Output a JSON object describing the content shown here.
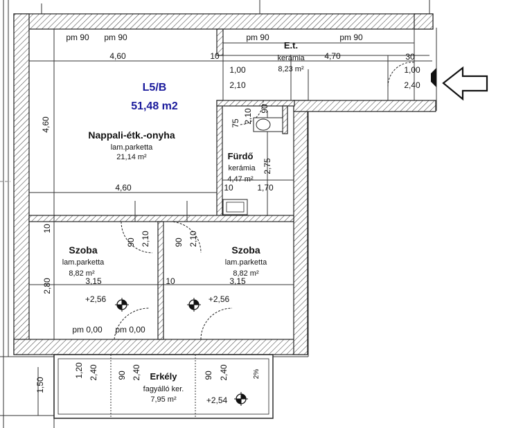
{
  "unit": {
    "name": "L5/B",
    "area": "51,48 m2"
  },
  "rooms": {
    "living": {
      "name": "Nappali-étk.-onyha",
      "floor": "lam.parketta",
      "area": "21,14 m²"
    },
    "hall": {
      "name": "E.t.",
      "floor": "kerámia",
      "area": "8,23 m²"
    },
    "bath": {
      "name": "Fürdő",
      "floor": "kerámia",
      "area": "4,47 m²"
    },
    "room_left": {
      "name": "Szoba",
      "floor": "lam.parketta",
      "area": "8,82 m²"
    },
    "room_right": {
      "name": "Szoba",
      "floor": "lam.parketta",
      "area": "8,82 m²"
    },
    "balcony": {
      "name": "Erkély",
      "floor": "fagyálló ker.",
      "area": "7,95 m²"
    }
  },
  "dimensions": {
    "pm_top_1": "pm 90",
    "pm_top_2": "pm 90",
    "pm_top_3": "pm 90",
    "pm_top_4": "pm 90",
    "w460_top": "4,60",
    "d10_top": "10",
    "w470": "4,70",
    "d30": "30",
    "d100_a": "1,00",
    "d100_b": "1,00",
    "d210_a": "2,10",
    "d240_a": "2,40",
    "h460": "4,60",
    "d75": "75",
    "d210_bath1": "2,10",
    "d90_bath": "90",
    "d275": "2,75",
    "w460_mid": "4,60",
    "d10_bath": "10",
    "d170": "1,70",
    "d10_left": "10",
    "d90_door1": "90",
    "d210_door1": "2,10",
    "d90_door2": "90",
    "d210_door2": "2,10",
    "h280": "2,80",
    "w315_left": "3,15",
    "d10_mid": "10",
    "w315_right": "3,15",
    "lvl_left": "+2,56",
    "lvl_right": "+2,56",
    "pm0_1": "pm 0,00",
    "pm0_2": "pm 0,00",
    "d120": "1,20",
    "d240_b1": "2,40",
    "d90_b1": "90",
    "d240_b2": "2,40",
    "d90_b2": "90",
    "d240_b3": "2,40",
    "slope": "2%",
    "lvl_balcony": "+2,54",
    "d150": "1,50"
  },
  "arrow_icon": "entrance-arrow-icon"
}
